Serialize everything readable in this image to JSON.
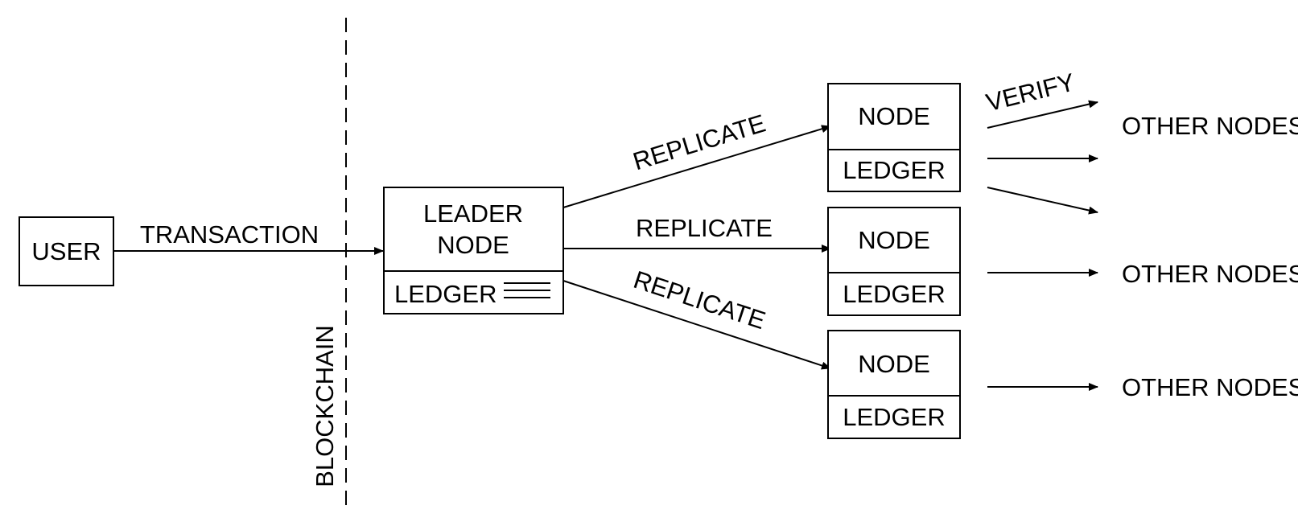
{
  "user": {
    "label": "USER"
  },
  "transaction": {
    "label": "TRANSACTION"
  },
  "blockchain": {
    "label": "BLOCKCHAIN"
  },
  "leader": {
    "line1": "LEADER",
    "line2": "NODE",
    "ledger": "LEDGER"
  },
  "replicate": {
    "top": "REPLICATE",
    "middle": "REPLICATE",
    "bottom": "REPLICATE"
  },
  "nodes": [
    {
      "name": "NODE",
      "ledger": "LEDGER"
    },
    {
      "name": "NODE",
      "ledger": "LEDGER"
    },
    {
      "name": "NODE",
      "ledger": "LEDGER"
    }
  ],
  "verify": {
    "label": "VERIFY"
  },
  "other_nodes": [
    "OTHER NODES",
    "OTHER NODES",
    "OTHER NODES"
  ],
  "colors": {
    "stroke": "#000000",
    "background": "#ffffff"
  }
}
